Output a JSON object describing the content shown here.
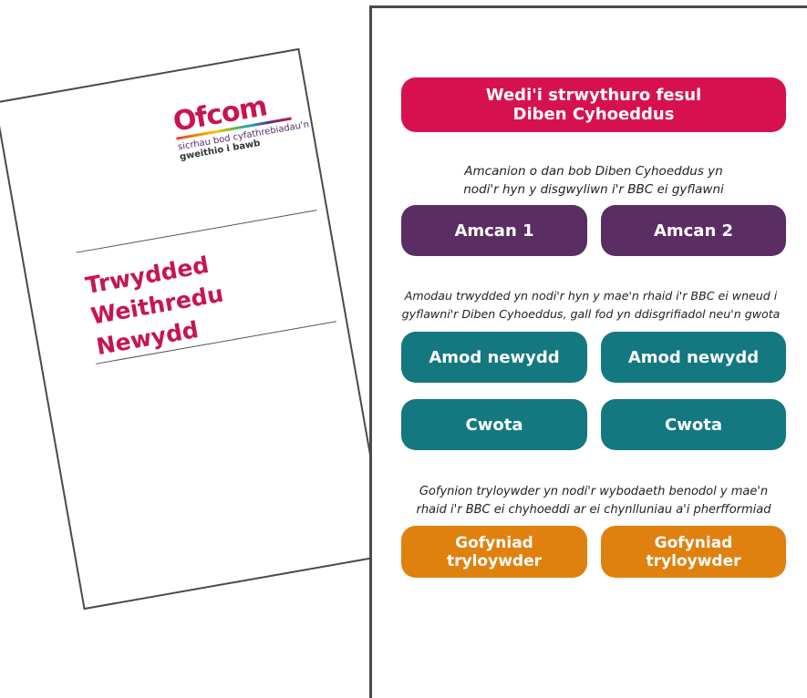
{
  "document": {
    "logo": {
      "word": "Ofcom",
      "tagline_line1": "sicrhau bod cyfathrebiadau'n",
      "tagline_line2": "gweithio i bawb"
    },
    "title_line1": "Trwydded Weithredu",
    "title_line2": "Newydd"
  },
  "structure": {
    "header": {
      "line1": "Wedi'i strwythuro fesul",
      "line2": "Diben Cyhoeddus"
    },
    "objectives_caption": {
      "line1": "Amcanion o dan bob Diben Cyhoeddus yn",
      "line2": "nodi'r hyn y disgwyliwn i'r BBC ei gyflawni"
    },
    "objectives": [
      "Amcan 1",
      "Amcan 2"
    ],
    "conditions_caption": {
      "line1": "Amodau trwydded yn nodi'r hyn y mae'n rhaid i'r BBC ei wneud i",
      "line2": "gyflawni'r Diben Cyhoeddus, gall fod yn ddisgrifiadol neu'n gwota"
    },
    "conditions": [
      "Amod newydd",
      "Amod newydd"
    ],
    "quotas": [
      "Cwota",
      "Cwota"
    ],
    "transparency_caption": {
      "line1": "Gofynion tryloywder yn nodi'r wybodaeth benodol y mae'n",
      "line2": "rhaid i'r BBC ei chyhoeddi ar ei chynlluniau a'i pherfformiad"
    },
    "transparency": [
      {
        "line1": "Gofyniad",
        "line2": "tryloywder"
      },
      {
        "line1": "Gofyniad",
        "line2": "tryloywder"
      }
    ]
  },
  "colors": {
    "header": "#d7114f",
    "objective": "#5a2d63",
    "condition": "#13787f",
    "transparency": "#e0800e",
    "title": "#c8154f"
  }
}
